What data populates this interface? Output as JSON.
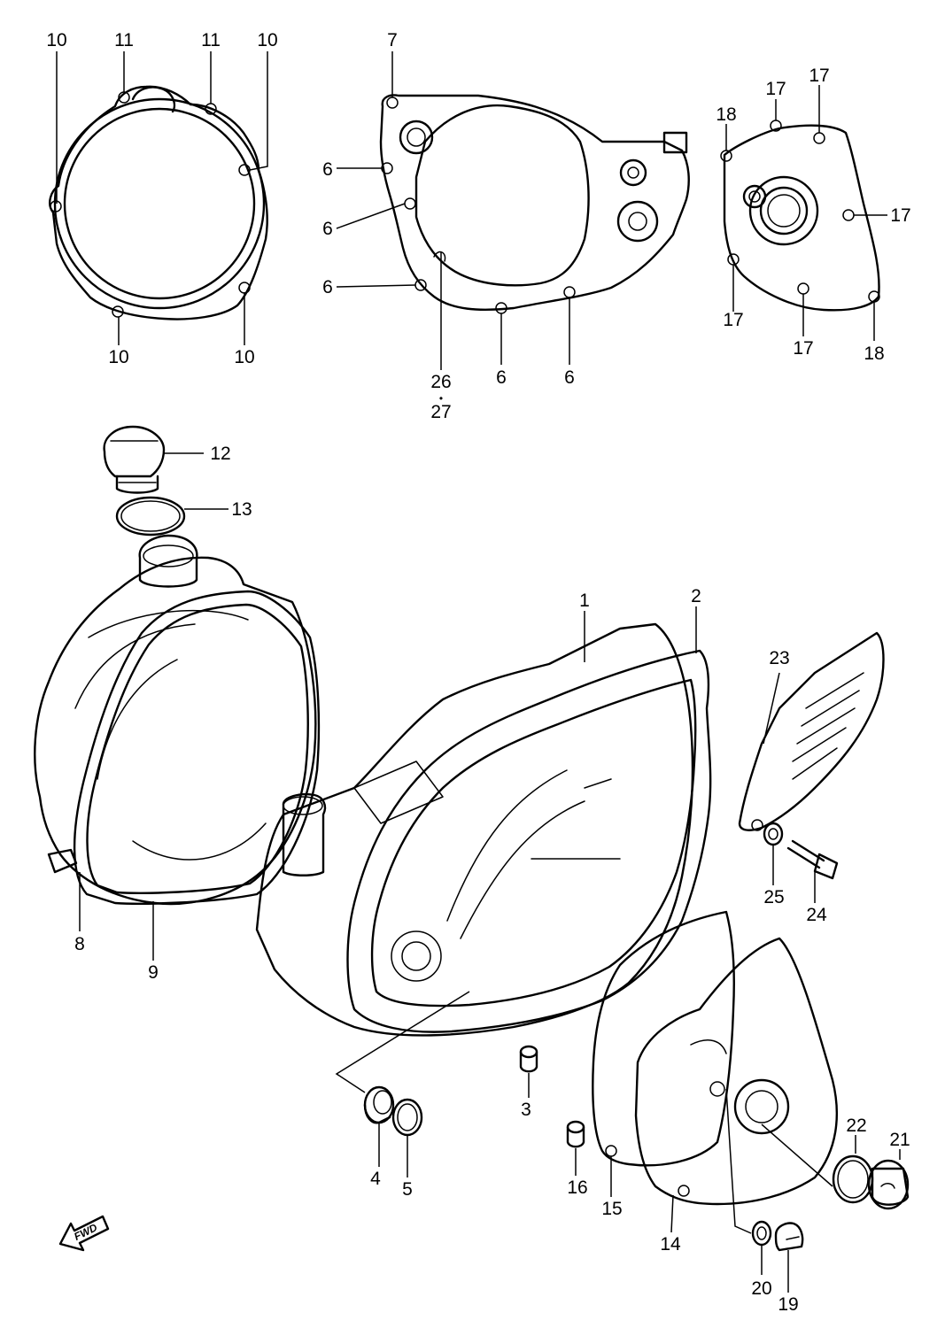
{
  "callouts": {
    "c1": "1",
    "c2": "2",
    "c3": "3",
    "c4": "4",
    "c5": "5",
    "c6a": "6",
    "c6b": "6",
    "c6c": "6",
    "c6d": "6",
    "c6e": "6",
    "c7": "7",
    "c8": "8",
    "c9": "9",
    "c10a": "10",
    "c10b": "10",
    "c10c": "10",
    "c10d": "10",
    "c11a": "11",
    "c11b": "11",
    "c12": "12",
    "c13": "13",
    "c14": "14",
    "c15": "15",
    "c16": "16",
    "c17a": "17",
    "c17b": "17",
    "c17c": "17",
    "c17d": "17",
    "c17e": "17",
    "c18a": "18",
    "c18b": "18",
    "c19": "19",
    "c20": "20",
    "c21": "21",
    "c22": "22",
    "c23": "23",
    "c24": "24",
    "c25": "25",
    "c26": "26",
    "c26dot": "•",
    "c27": "27"
  },
  "fwd_label": "FWD"
}
